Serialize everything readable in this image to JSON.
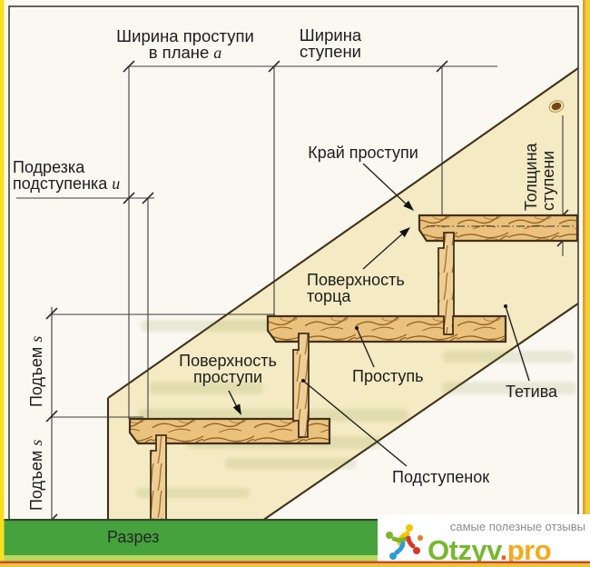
{
  "diagram_title": "Разрез",
  "labels": {
    "width_tread_plan": {
      "line1": "Ширина проступи",
      "line2_prefix": "в плане",
      "var": "a"
    },
    "width_step": {
      "line1": "Ширина",
      "line2": "ступени"
    },
    "undercut": {
      "line1": "Подрезка",
      "line2_prefix": "подступенка",
      "var": "u"
    },
    "thickness": {
      "line1": "Толщина",
      "line2": "ступени"
    },
    "rise": {
      "prefix": "Подъем",
      "var": "s"
    },
    "edge_of_tread": "Край проступи",
    "surface_end": {
      "line1": "Поверхность",
      "line2": "торца"
    },
    "surface_tread": {
      "line1": "Поверхность",
      "line2": "проступи"
    },
    "tread": "Проступь",
    "stringer": "Тетива",
    "riser": "Подступенок",
    "section": "Разрез"
  },
  "watermark": {
    "tagline": "самые полезные отзывы",
    "brand_main": "Otzyv",
    "brand_dot": ".",
    "brand_suffix": "pro"
  },
  "colors": {
    "stringer_wood": "#F4EAC3",
    "tread_wood": "#EAC27E",
    "riser_wood": "#EFCE96",
    "wood_outline": "#41301A",
    "grain": "#97621F",
    "dimension_lines": "#3d3d3d",
    "ground_green": "#45A23D",
    "ground_light_green": "#B7D95C",
    "border_yellow": "#F8E01E",
    "border_red_line": "#CC4A26",
    "brand_green": "#76B82F",
    "brand_orange": "#F6A91B",
    "brand_dot_orange": "#E8641E"
  }
}
